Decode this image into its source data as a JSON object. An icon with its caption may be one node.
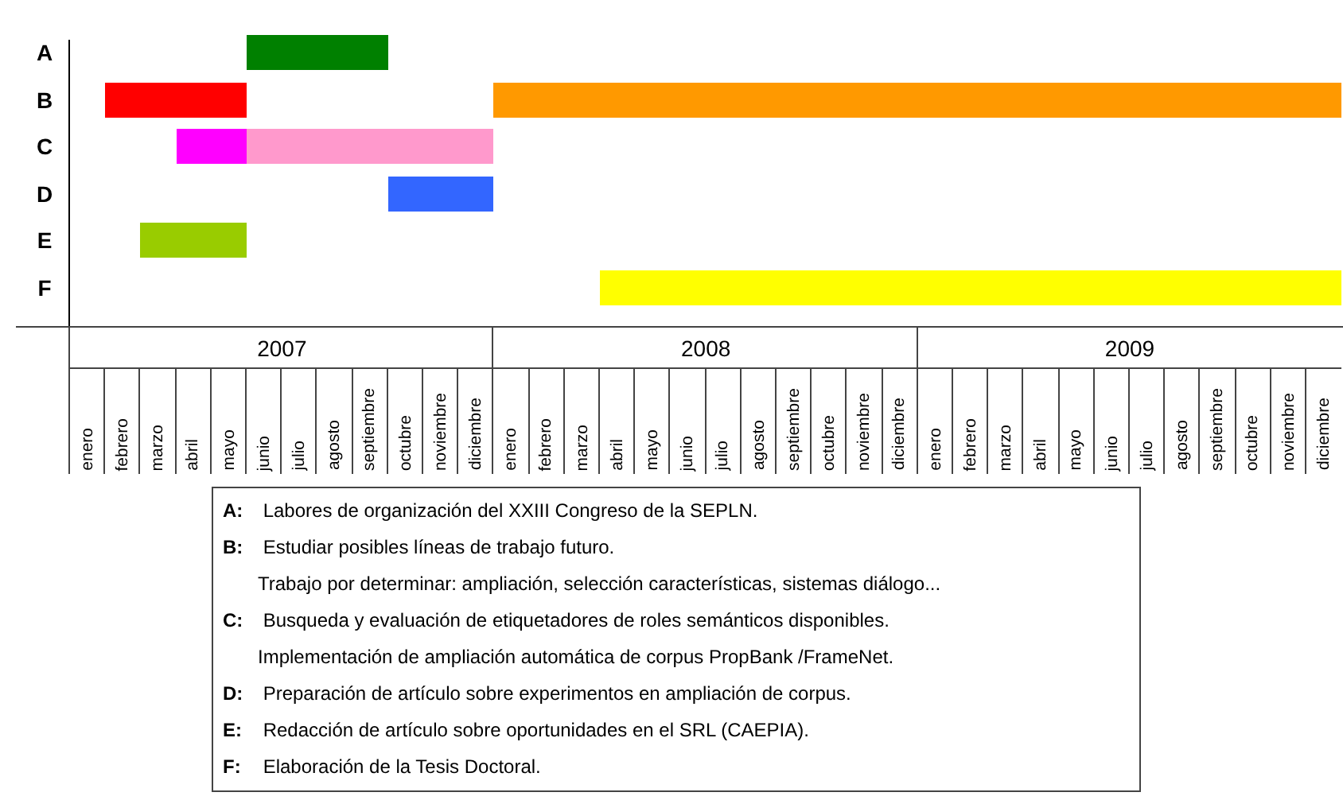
{
  "diagram": {
    "nodes": [
      {
        "text": [
          "**A:** Labores de organización del XXIII Congreso de la SEPLN.",
          "**B:** Estudiar posibles líneas de trabajo futuro.",
          "Trabajo por determinar: ampliación, selección características, sistemas diálogo...",
          "**C:** Busqueda y evaluación de etiquetadores de roles semánticos disponibles.",
          "Implementación de ampliación automática de corpus PropBank /FrameNet.",
          "**D:** Preparación de artículo sobre experimentos en ampliación de corpus.",
          "**E:** Redacción de artículo sobre oportunidades en el SRL (CAEPIA).",
          "**F:** Elaboración de la Tesis Doctoral."
        ]
      },
      {
        "text": [],
        "shape": "bar"
      },
      {
        "text": [],
        "shape": "bar"
      },
      {
        "text": [],
        "shape": "bar"
      },
      {
        "text": [],
        "shape": "bar"
      },
      {
        "text": [],
        "shape": "bar"
      },
      {
        "text": [],
        "shape": "bar"
      },
      {
        "text": [],
        "shape": "bar"
      },
      {
        "text": [],
        "shape": "bar"
      }
    ],
    "labels": [
      "A",
      "B",
      "C",
      "D",
      "E",
      "F",
      "2007",
      "2008",
      "2009",
      "enero",
      "febrero",
      "marzo",
      "abril",
      "mayo",
      "junio",
      "julio",
      "agosto",
      "septiembre",
      "octubre",
      "noviembre",
      "diciembre",
      "enero",
      "febrero",
      "marzo",
      "abril",
      "mayo",
      "junio",
      "julio",
      "agosto",
      "septiembre",
      "octubre",
      "noviembre",
      "diciembre",
      "enero",
      "febrero",
      "marzo",
      "abril",
      "mayo",
      "junio",
      "julio",
      "agosto",
      "septiembre",
      "octubre",
      "noviembre",
      "diciembre"
    ]
  }
}
